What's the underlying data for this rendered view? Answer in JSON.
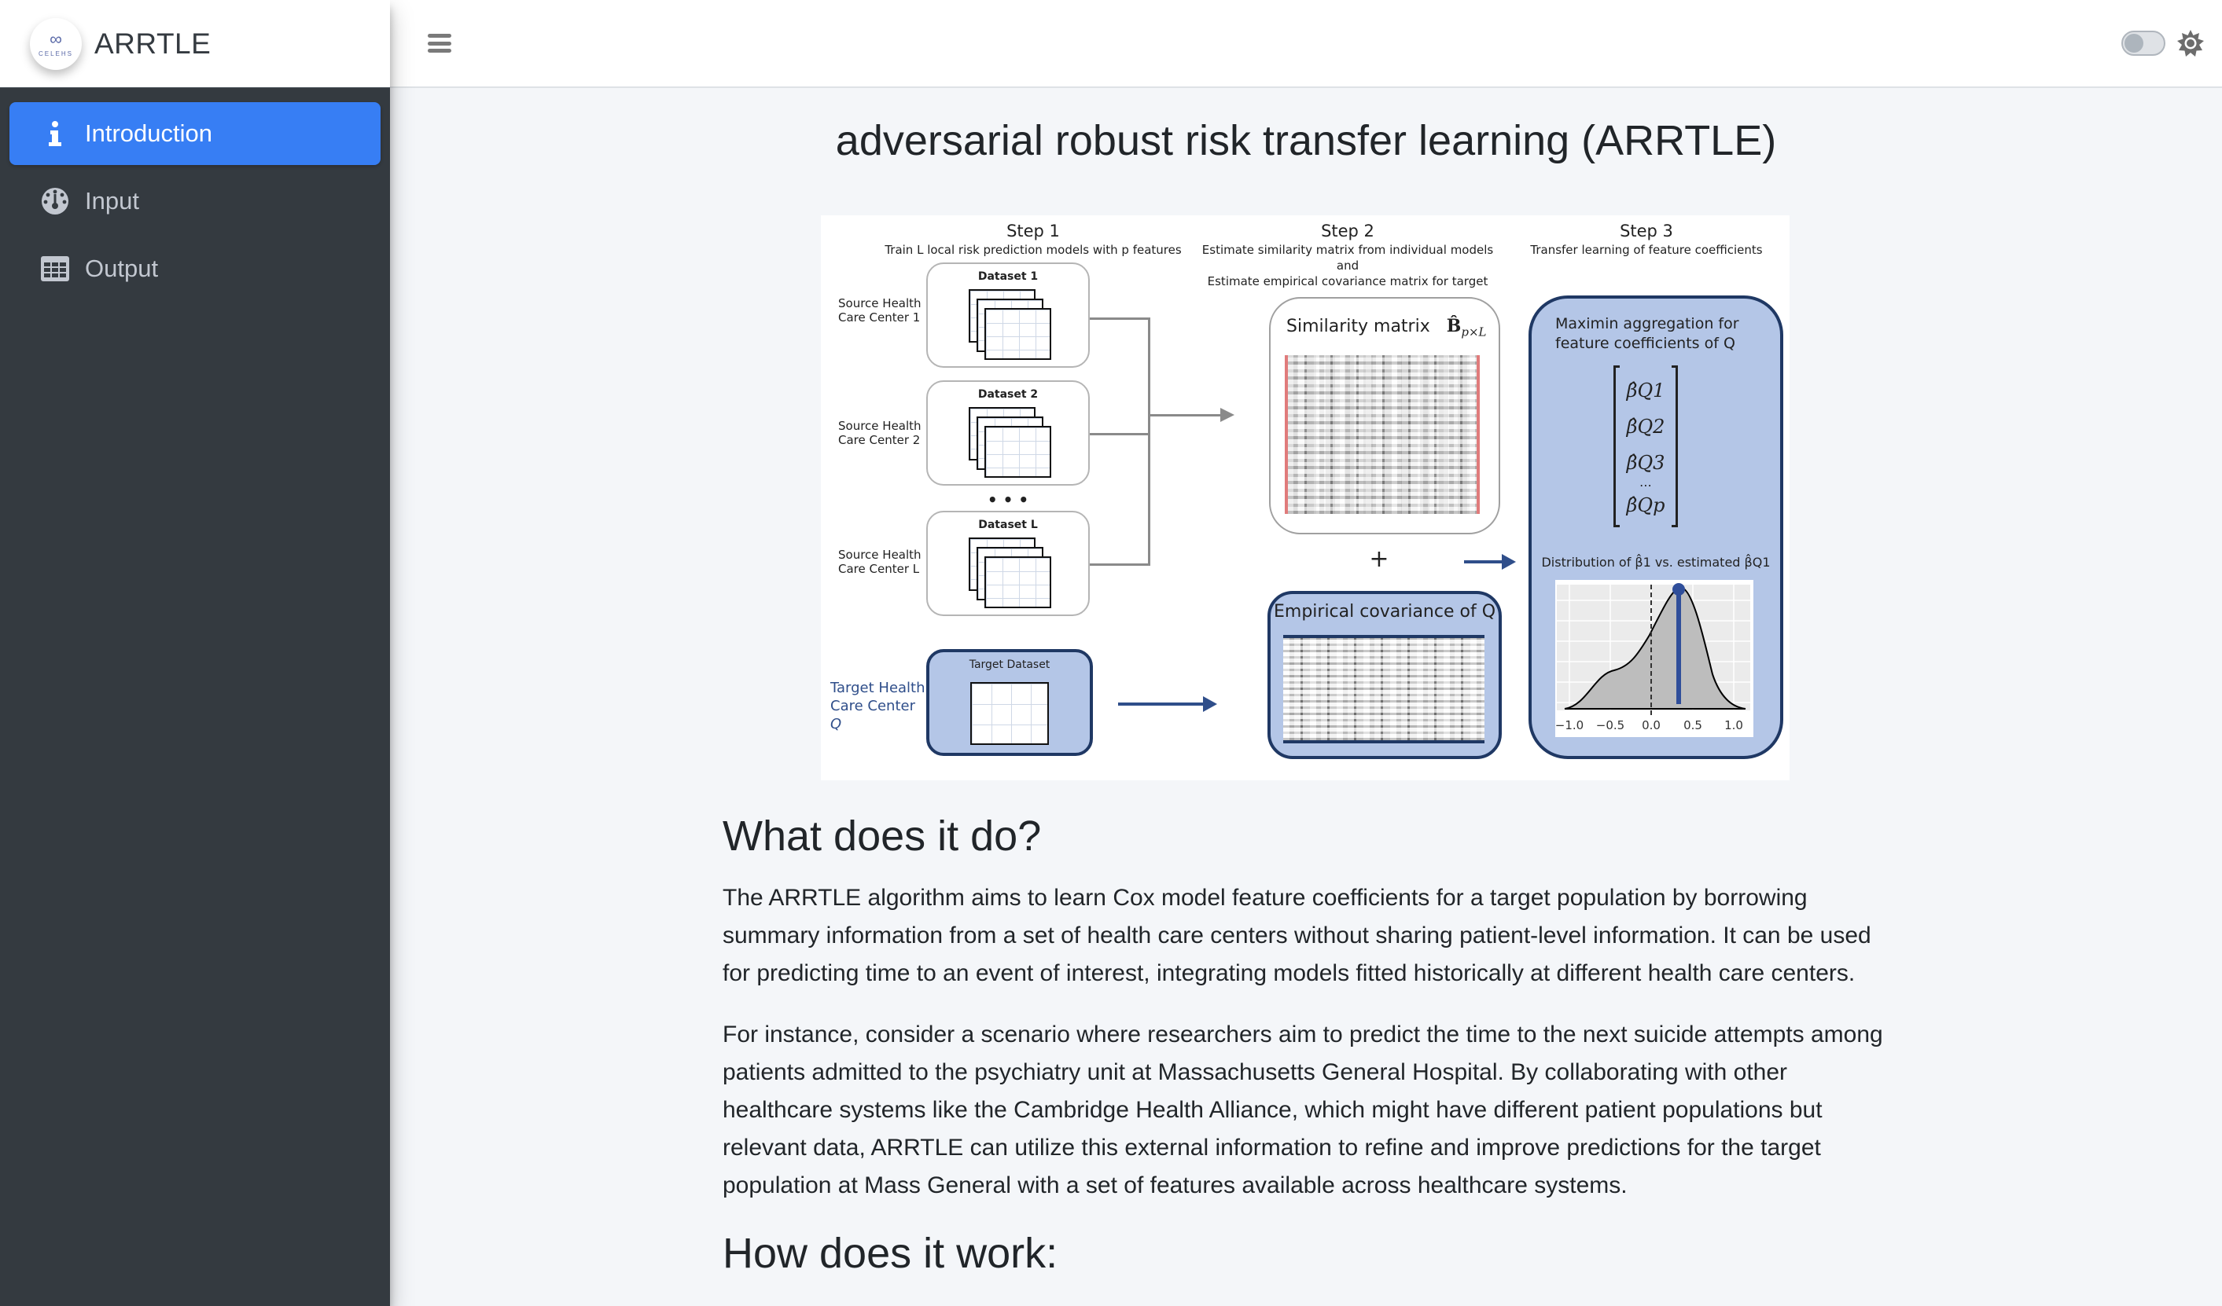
{
  "brand": {
    "logo_text": "CELEHS",
    "app_name": "ARRTLE"
  },
  "sidebar": {
    "items": [
      {
        "label": "Introduction",
        "icon": "info-icon",
        "active": true
      },
      {
        "label": "Input",
        "icon": "dashboard-gauge-icon",
        "active": false
      },
      {
        "label": "Output",
        "icon": "table-icon",
        "active": false
      }
    ]
  },
  "header": {
    "menu_icon": "hamburger-icon",
    "dark_mode_toggle": "off",
    "theme_icon": "sun-icon"
  },
  "colors": {
    "sidebar_bg": "#343a40",
    "active_item": "#377ef4",
    "content_bg": "#f4f6f9",
    "figure_blue": "#b4c6e7",
    "figure_navy": "#1f3864"
  },
  "page": {
    "title": "adversarial robust risk transfer learning (ARRTLE)"
  },
  "figure": {
    "step1": {
      "title": "Step 1",
      "subtitle": "Train L local risk prediction models with p features",
      "datasets": [
        "Dataset 1",
        "Dataset 2",
        "Dataset L"
      ],
      "sources": [
        "Source Health\nCare Center 1",
        "Source Health\nCare Center 2",
        "Source Health\nCare Center L"
      ],
      "ellipsis": "• • •",
      "target_dataset": "Target Dataset",
      "target_label_1": "Target Health",
      "target_label_2": "Care Center",
      "target_label_3": "Q"
    },
    "step2": {
      "title": "Step 2",
      "subtitle_1": "Estimate similarity matrix from individual models",
      "subtitle_2": "and",
      "subtitle_3": "Estimate empirical covariance matrix for target",
      "similarity_label": "Similarity matrix",
      "similarity_symbol": "B̂",
      "similarity_sub": "p×L",
      "plus": "+",
      "covariance_label": "Empirical covariance of Q"
    },
    "step3": {
      "title": "Step 3",
      "subtitle": "Transfer learning of feature coefficients",
      "box_title_1": "Maximin aggregation for",
      "box_title_2": "feature coefficients of Q",
      "vector": [
        "β̂Q1",
        "β̂Q2",
        "β̂Q3",
        "⋯",
        "β̂Qp"
      ],
      "dist_title": "Distribution of β̂1 vs. estimated β̂Q1",
      "x_ticks": [
        "−1.0",
        "−0.5",
        "0.0",
        "0.5",
        "1.0"
      ]
    }
  },
  "sections": [
    {
      "heading": "What does it do?",
      "paragraphs": [
        "The ARRTLE algorithm aims to learn Cox model feature coefficients for a target population by borrowing summary information from a set of health care centers without sharing patient-level information. It can be used for predicting time to an event of interest, integrating models fitted historically at different health care centers.",
        "For instance, consider a scenario where researchers aim to predict the time to the next suicide attempts among patients admitted to the psychiatry unit at Massachusetts General Hospital. By collaborating with other healthcare systems like the Cambridge Health Alliance, which might have different patient populations but relevant data, ARRTLE can utilize this external information to refine and improve predictions for the target population at Mass General with a set of features available across healthcare systems."
      ]
    },
    {
      "heading": "How does it work:"
    }
  ]
}
